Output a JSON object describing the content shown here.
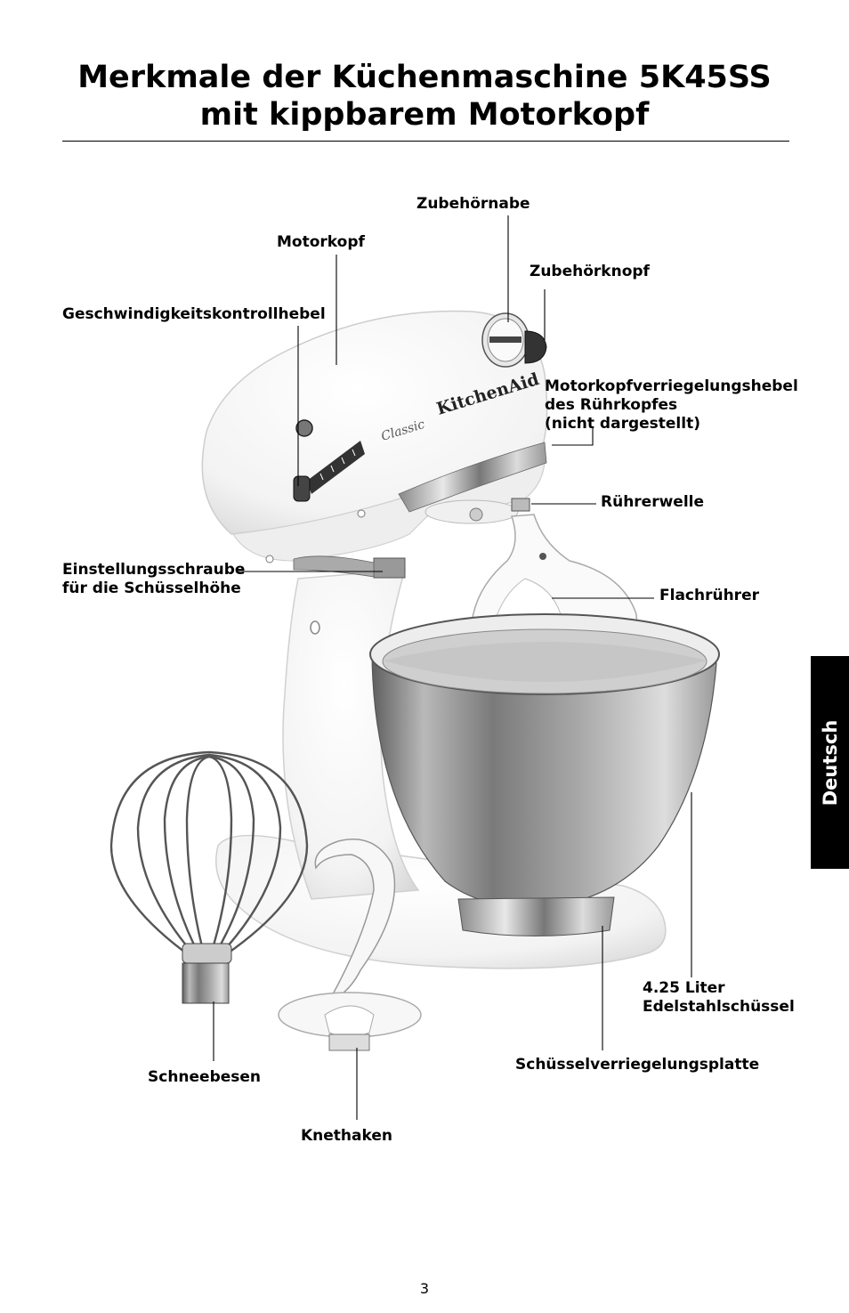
{
  "title_line1": "Merkmale der Küchenmaschine 5K45SS",
  "title_line2": "mit kippbarem Motorkopf",
  "labels": {
    "zubehoernabe": "Zubehörnabe",
    "motorkopf": "Motorkopf",
    "zubehoerknopf": "Zubehörknopf",
    "geschwindigkeit": "Geschwindigkeitskontrollhebel",
    "verriegelung_l1": "Motorkopfverriegelungshebel",
    "verriegelung_l2": "des Rührkopfes",
    "verriegelung_l3": "(nicht dargestellt)",
    "ruehrerwelle": "Rührerwelle",
    "einstellung_l1": "Einstellungsschraube",
    "einstellung_l2": "für die Schüsselhöhe",
    "flachruehrer": "Flachrührer",
    "schuessel_l1": "4.25 Liter",
    "schuessel_l2": "Edelstahlschüssel",
    "schneebesen": "Schneebesen",
    "verriegelungsplatte": "Schüsselverriegelungsplatte",
    "knethaken": "Knethaken"
  },
  "mixer_brand": "KitchenAid",
  "mixer_model_script": "Classic",
  "language_tab": "Deutsch",
  "page_number": "3"
}
